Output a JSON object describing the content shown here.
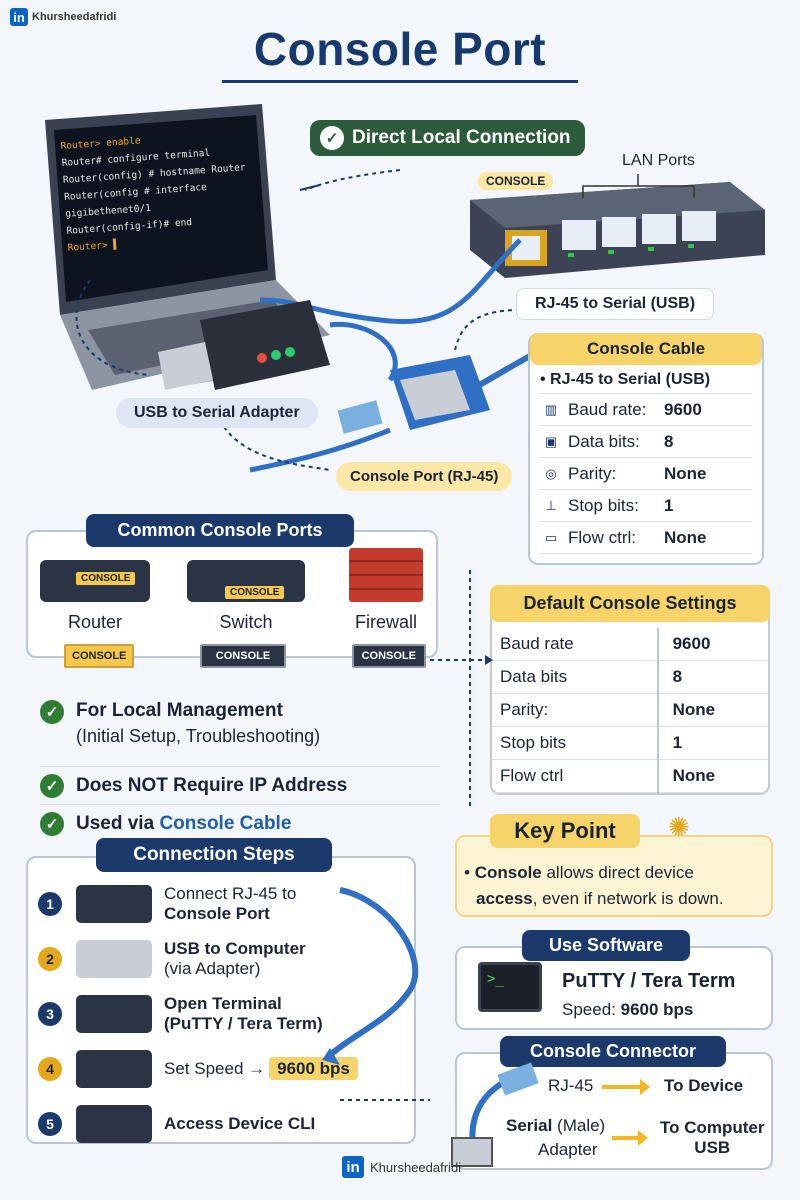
{
  "brand": {
    "badge": "in",
    "name": "Khursheedafridi"
  },
  "title": "Console Port",
  "direct_local_connection": "Direct Local Connection",
  "terminal": {
    "title_bar": "Router Terminal",
    "lines": [
      "Router> enable",
      "Router# configure terminal",
      "Router(config) # hostname Router",
      "Router(config # interface gigibethenet0/1",
      "Router(config-if)# end",
      "Router> ▌"
    ]
  },
  "labels": {
    "console": "CONSOLE",
    "lan_ports": "LAN Ports",
    "rj45_to_serial": "RJ-45 to Serial (USB)",
    "usb_to_serial": "USB to Serial Adapter",
    "console_port_rj45": "Console Port (RJ-45)"
  },
  "console_cable": {
    "title": "Console Cable",
    "subtitle": "• RJ-45 to Serial (USB)",
    "rows": [
      {
        "icon": "baud-icon",
        "glyph": "▥",
        "key": "Baud rate:",
        "value": "9600"
      },
      {
        "icon": "data-bits-icon",
        "glyph": "▣",
        "key": "Data bits:",
        "value": "8"
      },
      {
        "icon": "parity-icon",
        "glyph": "◎",
        "key": "Parity:",
        "value": "None"
      },
      {
        "icon": "stop-bits-icon",
        "glyph": "⊥",
        "key": "Stop bits:",
        "value": "1"
      },
      {
        "icon": "flow-ctrl-icon",
        "glyph": "▭",
        "key": "Flow ctrl:",
        "value": "None"
      }
    ]
  },
  "common_ports": {
    "title": "Common Console Ports",
    "devices": [
      {
        "name": "Router",
        "tag": "CONSOLE"
      },
      {
        "name": "Switch",
        "tag": "CONSOLE"
      },
      {
        "name": "Firewall",
        "tag": "CONSOLE"
      }
    ]
  },
  "default_settings": {
    "title": "Default Console Settings",
    "rows": [
      {
        "key": "Baud rate",
        "value": "9600"
      },
      {
        "key": "Data bits",
        "value": "8"
      },
      {
        "key": "Parity:",
        "value": "None"
      },
      {
        "key": "Stop bits",
        "value": "1"
      },
      {
        "key": "Flow ctrl",
        "value": "None"
      }
    ]
  },
  "checks": [
    {
      "bold": "For Local Management",
      "sub": "(Initial Setup, Troubleshooting)"
    },
    {
      "bold": "Does NOT Require IP Address",
      "sub": ""
    },
    {
      "bold": "Used via ",
      "accent": "Console Cable"
    }
  ],
  "key_point": {
    "title": "Key Point",
    "line1_bold": "Console",
    "line1": " allows direct device",
    "line2_bold": "access",
    "line2": ", even if network is down."
  },
  "connection_steps": {
    "title": "Connection Steps",
    "steps": [
      {
        "n": "1",
        "a": "Connect RJ-45 to",
        "b": "Console Port"
      },
      {
        "n": "2",
        "a": "USB to Computer",
        "b": "(via Adapter)"
      },
      {
        "n": "3",
        "a": "Open Terminal",
        "b": "(PuTTY / Tera Term)"
      },
      {
        "n": "4",
        "a": "Set Speed →",
        "b": "9600 bps"
      },
      {
        "n": "5",
        "a": "Access Device CLI",
        "b": ""
      }
    ]
  },
  "software": {
    "title": "Use Software",
    "name": "PuTTY / Tera Term",
    "speed_label": "Speed: ",
    "speed": "9600 bps"
  },
  "connector": {
    "title": "Console Connector",
    "rj45": "RJ-45",
    "to_device": "To Device",
    "serial": "Serial",
    "male": " (Male)",
    "adapter": "Adapter",
    "to_computer": "To Computer",
    "usb": "USB"
  },
  "footer": {
    "badge": "in",
    "name": "Khursheedafridi"
  },
  "colors": {
    "navy": "#1b3a6b",
    "gold": "#f7d46a",
    "cable": "#2f6fc4",
    "green": "#2e5b3c"
  }
}
